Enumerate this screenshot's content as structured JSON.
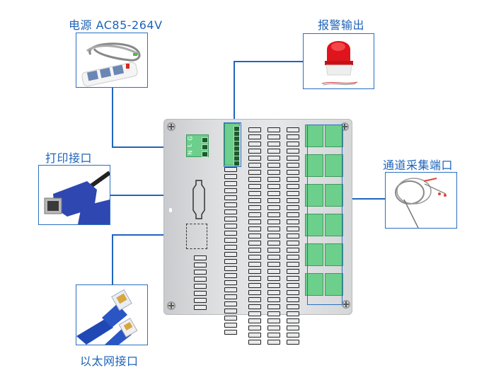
{
  "diagram": {
    "title": "device rear panel interfaces",
    "callouts": {
      "power": {
        "label": "电源 AC85-264V",
        "image": "power-strip"
      },
      "alarm": {
        "label": "报警输出",
        "image": "red-alarm-beacon"
      },
      "print": {
        "label": "打印接口",
        "image": "vga-cable"
      },
      "channel": {
        "label": "通道采集端口",
        "image": "thermocouple-probe"
      },
      "ethernet": {
        "label": "以太网接口",
        "image": "rj45-cable"
      }
    },
    "power_terminal_labels": [
      "G",
      "L",
      "N"
    ],
    "colors": {
      "accent": "#1d63b8",
      "terminal_green": "#6ccf8b",
      "panel_gray": "#dfe0e2"
    }
  }
}
